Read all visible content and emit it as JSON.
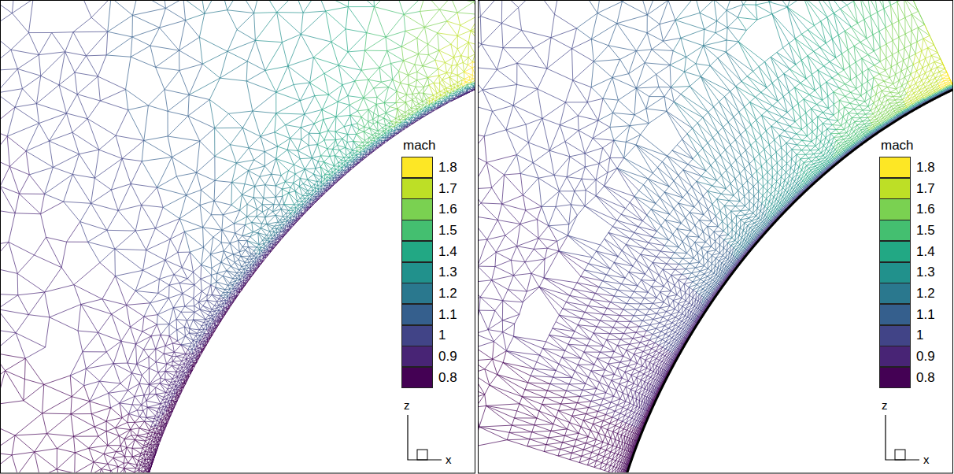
{
  "diagram": {
    "labels": [
      "mach",
      "z",
      "x",
      "mach",
      "z",
      "x"
    ],
    "legend": [
      {
        "text": "1.8",
        "color": "#fde725"
      },
      {
        "text": "1.7",
        "color": "#bddf26"
      },
      {
        "text": "1.6",
        "color": "#7ad151"
      },
      {
        "text": "1.5",
        "color": "#44bf70"
      },
      {
        "text": "1.4",
        "color": "#22a884"
      },
      {
        "text": "1.3",
        "color": "#21918c"
      },
      {
        "text": "1.2",
        "color": "#2a788e"
      },
      {
        "text": "1.1",
        "color": "#355f8d"
      },
      {
        "text": "1",
        "color": "#414487"
      },
      {
        "text": "0.9",
        "color": "#482475"
      },
      {
        "text": "0.8",
        "color": "#440154"
      },
      {
        "text": "1.8",
        "color": "#fde725"
      },
      {
        "text": "1.7",
        "color": "#bddf26"
      },
      {
        "text": "1.6",
        "color": "#7ad151"
      },
      {
        "text": "1.5",
        "color": "#44bf70"
      },
      {
        "text": "1.4",
        "color": "#22a884"
      },
      {
        "text": "1.3",
        "color": "#21918c"
      },
      {
        "text": "1.2",
        "color": "#2a788e"
      },
      {
        "text": "1.1",
        "color": "#355f8d"
      },
      {
        "text": "1",
        "color": "#414487"
      },
      {
        "text": "0.9",
        "color": "#482475"
      },
      {
        "text": "0.8",
        "color": "#440154"
      }
    ]
  }
}
